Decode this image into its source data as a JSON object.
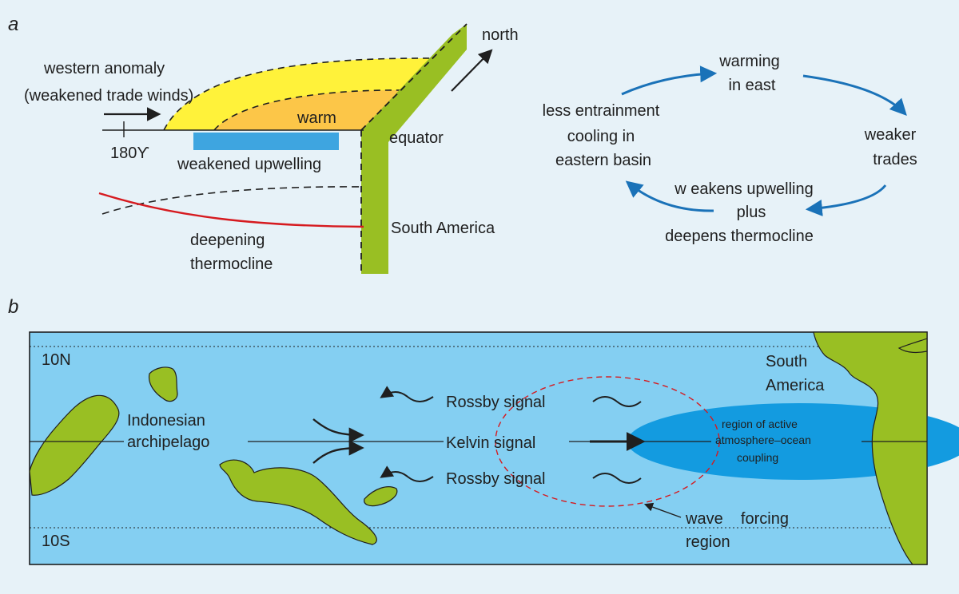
{
  "panel_a": {
    "letter": "a",
    "north": "north",
    "western_anomaly_line1": "western anomaly",
    "western_anomaly_line2": "(weakened trade winds)",
    "warm": "warm",
    "equator": "equator",
    "lon_180": "180ϒ",
    "weakened_upwelling": "weakened  upwelling",
    "deepening_line1": "deepening",
    "deepening_line2": "thermocline",
    "south_america": "South America"
  },
  "cycle": {
    "warming_line1": "warming",
    "warming_line2": "in east",
    "less_line1": "less entrainment",
    "less_line2": "cooling in",
    "less_line3": "eastern basin",
    "weaker_line1": "weaker",
    "weaker_line2": "trades",
    "weakens_line1": "w eakens upwelling",
    "weakens_line2": "plus",
    "weakens_line3": "deepens thermocline",
    "arrow_color": "#1a72b8"
  },
  "panel_b": {
    "letter": "b",
    "lat_10n": "10N",
    "lat_10s": "10S",
    "indonesia_line1": "Indonesian",
    "indonesia_line2": "archipelago",
    "rossby_top": "Rossby signal",
    "kelvin": "Kelvin signal",
    "rossby_bottom": "Rossby signal",
    "south_america_line1": "South",
    "south_america_line2": "America",
    "coupling_line1": "region of active",
    "coupling_line2": "atmosphere–ocean",
    "coupling_line3": "coupling",
    "forcing_line1": "wave    forcing",
    "forcing_line2": "region",
    "ocean_color": "#84cff2",
    "coupling_color": "#139be0",
    "land_color": "#99bf23"
  }
}
